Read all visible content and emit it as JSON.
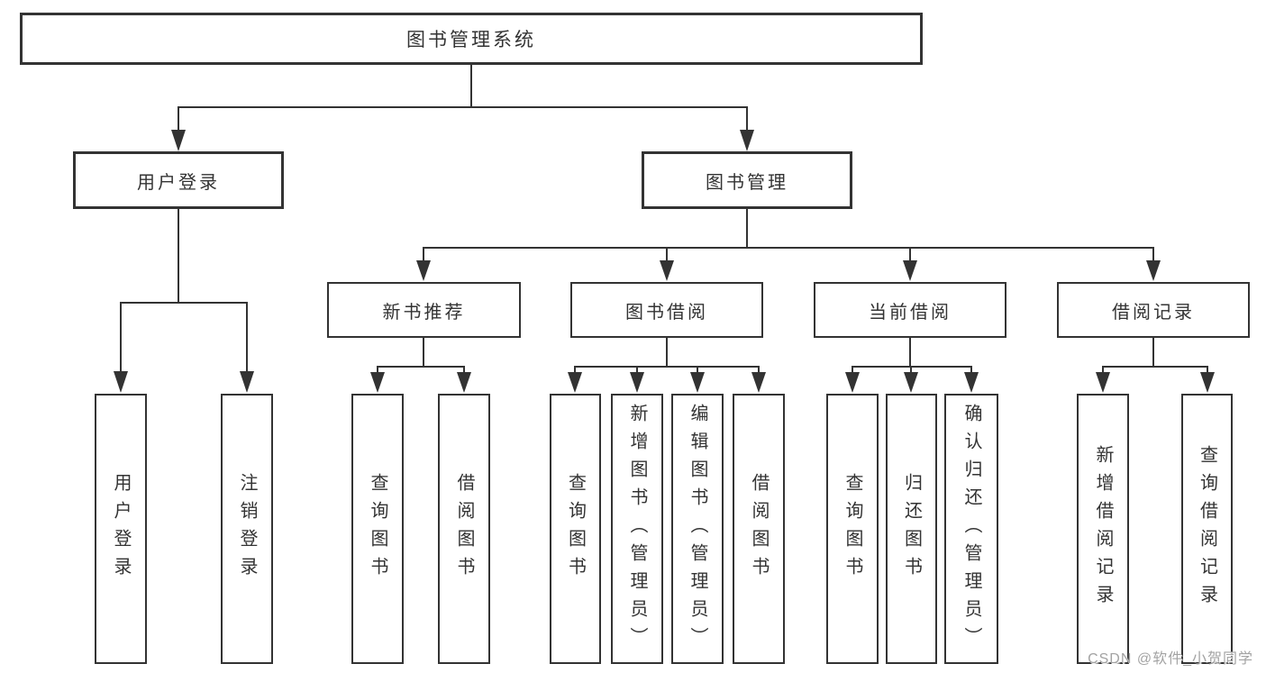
{
  "diagram": {
    "root": {
      "label": "图书管理系统"
    },
    "level2": [
      {
        "label": "用户登录"
      },
      {
        "label": "图书管理"
      }
    ],
    "level3": [
      {
        "label": "新书推荐"
      },
      {
        "label": "图书借阅"
      },
      {
        "label": "当前借阅"
      },
      {
        "label": "借阅记录"
      }
    ],
    "leaves": {
      "login": [
        "用户登录",
        "注销登录"
      ],
      "new_books": [
        "查询图书",
        "借阅图书"
      ],
      "book_borrow": [
        "查询图书",
        "新增图书（管理员）",
        "编辑图书（管理员）",
        "借阅图书"
      ],
      "current_borrow": [
        "查询图书",
        "归还图书",
        "确认归还（管理员）"
      ],
      "borrow_records": [
        "新增借阅记录",
        "查询借阅记录"
      ]
    }
  },
  "watermark": {
    "text": "CSDN @软件_小贺同学"
  },
  "colors": {
    "line": "#333333",
    "text": "#333333",
    "background": "#ffffff",
    "watermark": "#a3a3a3"
  }
}
